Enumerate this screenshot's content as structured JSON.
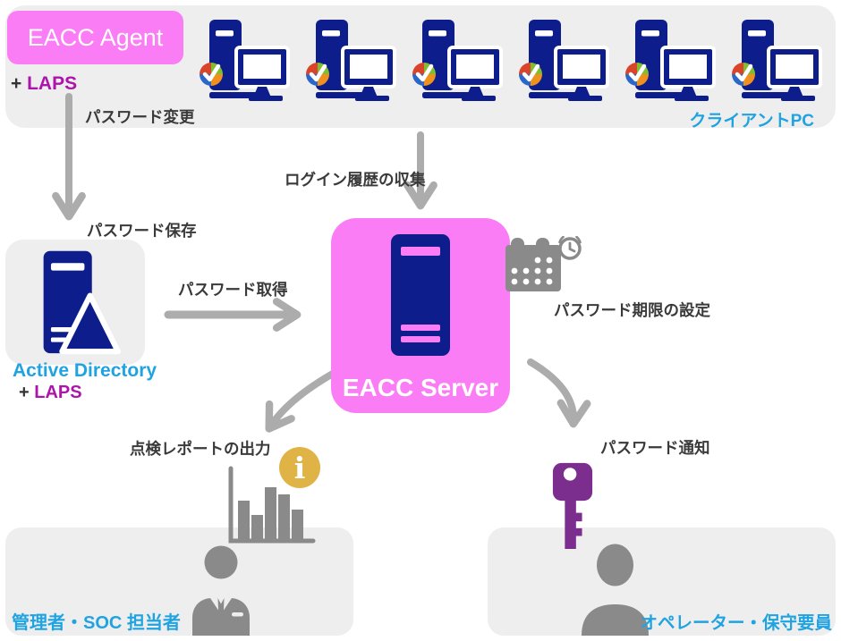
{
  "colors": {
    "pink": "#FA7DF5",
    "navy": "#0D1E8C",
    "cyan": "#1FA3E1",
    "magenta": "#AC14AC",
    "panel": "#EFEEEE",
    "arrow": "#ACACAC",
    "icon_gray": "#8A8A8A",
    "gold": "#DFB345",
    "key_purple": "#7C2E8E",
    "badge_red": "#D9442B",
    "badge_green": "#7FBE30",
    "badge_orange": "#F0911E",
    "badge_blue": "#2B66C9"
  },
  "agent": {
    "title": "EACC Agent",
    "plus": "+",
    "laps": "LAPS"
  },
  "client_pc": {
    "label": "クライアントPC",
    "count": 6
  },
  "active_directory": {
    "title": "Active Directory",
    "plus": "+",
    "laps": "LAPS"
  },
  "server": {
    "title": "EACC Server"
  },
  "flows": {
    "password_change": "パスワード変更",
    "password_save": "パスワード保存",
    "login_history": "ログイン履歴の収集",
    "password_get": "パスワード取得",
    "password_expiry": "パスワード期限の設定",
    "report_output": "点検レポートの出力",
    "password_notify": "パスワード通知"
  },
  "roles": {
    "admin": "管理者・SOC 担当者",
    "operator": "オペレーター・保守要員"
  },
  "info_icon_glyph": "i",
  "icons": [
    "client-pc-icon",
    "update-badge-icon",
    "server-icon",
    "ad-server-icon",
    "calendar-clock-icon",
    "bar-chart-icon",
    "info-icon",
    "key-icon",
    "admin-person-icon",
    "operator-person-icon",
    "arrow-down-icon",
    "arrow-right-icon",
    "curved-arrow-icon"
  ]
}
